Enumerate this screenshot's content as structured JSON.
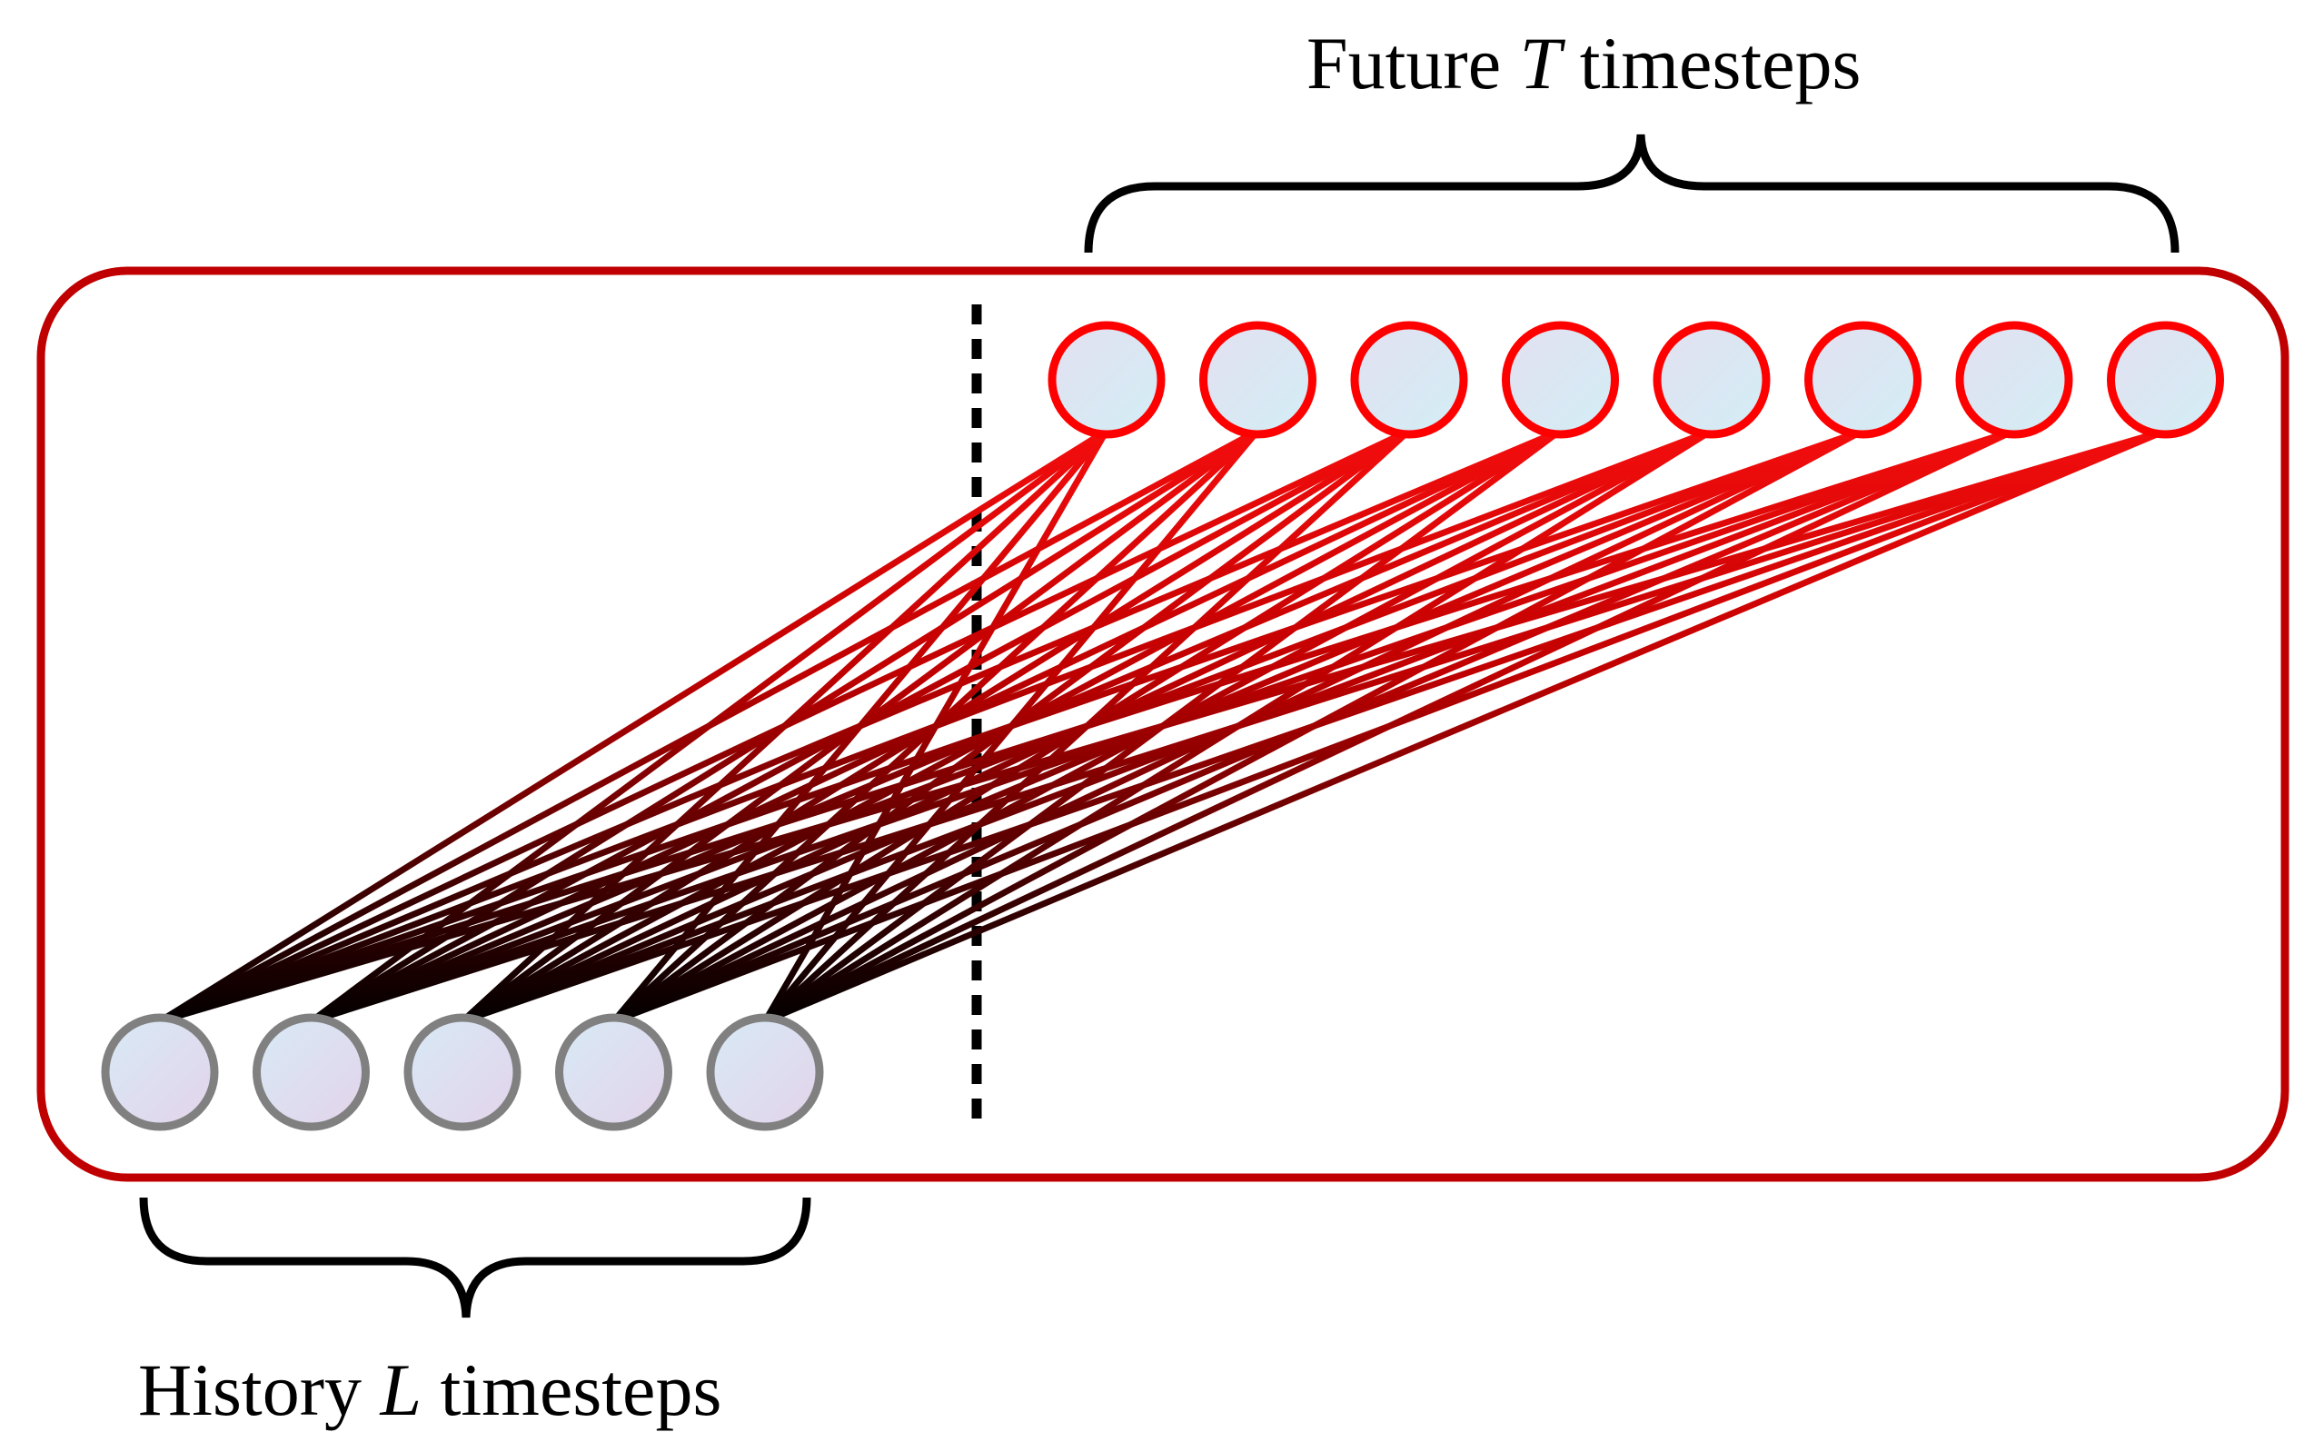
{
  "labels": {
    "future": {
      "prefix": "Future ",
      "variable": "T",
      "suffix": " timesteps"
    },
    "history": {
      "prefix": "History ",
      "variable": "L",
      "suffix": " timesteps"
    }
  },
  "nodes": {
    "history_count": 5,
    "future_count": 8
  },
  "colors": {
    "frame": "#c00000",
    "future_node_stroke": "#ff0000",
    "history_node_stroke": "#808080",
    "future_node_fill": "#d9eef5",
    "history_node_fill": "#ddd5ea",
    "edge_top": "#ff1010",
    "edge_bottom": "#000000",
    "brace": "#000000",
    "divider": "#000000"
  }
}
